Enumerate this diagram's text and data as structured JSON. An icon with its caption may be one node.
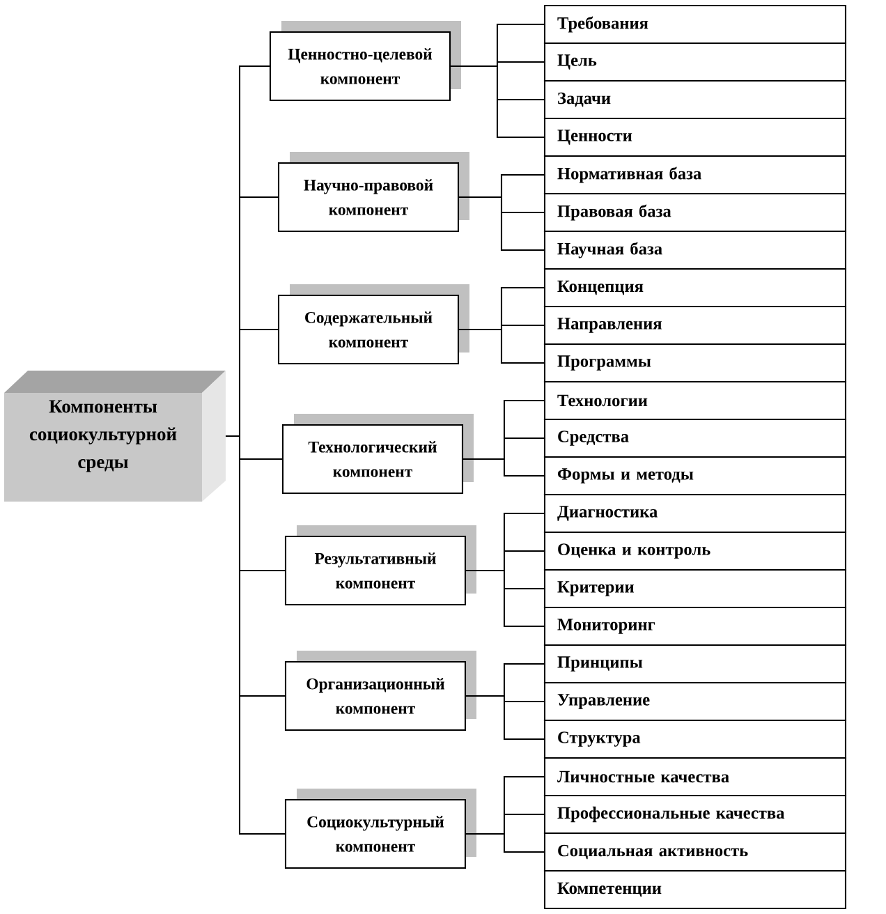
{
  "diagram": {
    "nodes": [
      {
        "text": [
          "Компоненты социокультурной среды"
        ]
      },
      {
        "text": [
          "Ценностно-целевой компонент"
        ]
      },
      {
        "text": [
          "Научно-правовой компонент"
        ]
      },
      {
        "text": [
          "Содержательный компонент"
        ]
      },
      {
        "text": [
          "Технологический компонент"
        ]
      },
      {
        "text": [
          "Результативный компонент"
        ]
      },
      {
        "text": [
          "Организационный компонент"
        ]
      },
      {
        "text": [
          "Социокультурный компонент"
        ]
      },
      {
        "text": [
          "Требования"
        ]
      },
      {
        "text": [
          "Цель"
        ]
      },
      {
        "text": [
          "Задачи"
        ]
      },
      {
        "text": [
          "Ценности"
        ]
      },
      {
        "text": [
          "Нормативная база"
        ]
      },
      {
        "text": [
          "Правовая база"
        ]
      },
      {
        "text": [
          "Научная база"
        ]
      },
      {
        "text": [
          "Концепция"
        ]
      },
      {
        "text": [
          "Направления"
        ]
      },
      {
        "text": [
          "Программы"
        ]
      },
      {
        "text": [
          "Технологии"
        ]
      },
      {
        "text": [
          "Средства"
        ]
      },
      {
        "text": [
          "Формы и методы"
        ]
      },
      {
        "text": [
          "Диагностика"
        ]
      },
      {
        "text": [
          "Оценка и контроль"
        ]
      },
      {
        "text": [
          "Критерии"
        ]
      },
      {
        "text": [
          "Мониторинг"
        ]
      },
      {
        "text": [
          "Принципы"
        ]
      },
      {
        "text": [
          "Управление"
        ]
      },
      {
        "text": [
          "Структура"
        ]
      },
      {
        "text": [
          "Личностные качества"
        ]
      },
      {
        "text": [
          "Профессиональные качества"
        ]
      },
      {
        "text": [
          "Социальная активность"
        ]
      },
      {
        "text": [
          "Компетенции"
        ]
      }
    ],
    "edges": [
      {
        "from": 0,
        "to": 1,
        "arrow": "none"
      },
      {
        "from": 0,
        "to": 2,
        "arrow": "none"
      },
      {
        "from": 0,
        "to": 3,
        "arrow": "none"
      },
      {
        "from": 0,
        "to": 4,
        "arrow": "none"
      },
      {
        "from": 0,
        "to": 5,
        "arrow": "none"
      },
      {
        "from": 0,
        "to": 6,
        "arrow": "none"
      },
      {
        "from": 0,
        "to": 7,
        "arrow": "none"
      },
      {
        "from": 1,
        "to": 8,
        "arrow": "none"
      },
      {
        "from": 1,
        "to": 9,
        "arrow": "none"
      },
      {
        "from": 1,
        "to": 10,
        "arrow": "none"
      },
      {
        "from": 1,
        "to": 11,
        "arrow": "none"
      },
      {
        "from": 2,
        "to": 12,
        "arrow": "none"
      },
      {
        "from": 2,
        "to": 13,
        "arrow": "none"
      },
      {
        "from": 2,
        "to": 14,
        "arrow": "none"
      },
      {
        "from": 3,
        "to": 15,
        "arrow": "none"
      },
      {
        "from": 3,
        "to": 16,
        "arrow": "none"
      },
      {
        "from": 3,
        "to": 17,
        "arrow": "none"
      },
      {
        "from": 4,
        "to": 18,
        "arrow": "none"
      },
      {
        "from": 4,
        "to": 19,
        "arrow": "none"
      },
      {
        "from": 4,
        "to": 20,
        "arrow": "none"
      },
      {
        "from": 5,
        "to": 21,
        "arrow": "none"
      },
      {
        "from": 5,
        "to": 22,
        "arrow": "none"
      },
      {
        "from": 5,
        "to": 23,
        "arrow": "none"
      },
      {
        "from": 5,
        "to": 24,
        "arrow": "none"
      },
      {
        "from": 6,
        "to": 25,
        "arrow": "none"
      },
      {
        "from": 6,
        "to": 26,
        "arrow": "none"
      },
      {
        "from": 6,
        "to": 27,
        "arrow": "none"
      },
      {
        "from": 7,
        "to": 28,
        "arrow": "none"
      },
      {
        "from": 7,
        "to": 29,
        "arrow": "none"
      },
      {
        "from": 7,
        "to": 30,
        "arrow": "none"
      }
    ]
  }
}
